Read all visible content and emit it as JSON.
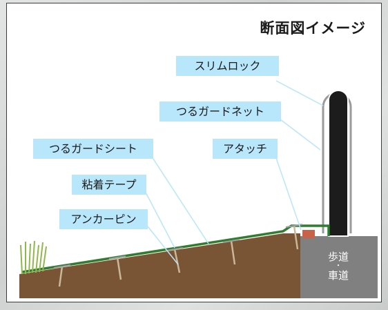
{
  "title": "断面図イメージ",
  "labels": {
    "slim_lock": "スリムロック",
    "vine_guard_net": "つるガードネット",
    "vine_guard_sheet": "つるガードシート",
    "attach": "アタッチ",
    "adhesive_tape": "粘着テープ",
    "anchor_pin": "アンカーピン"
  },
  "road": {
    "line1": "歩道",
    "dot": "・",
    "line2": "車道"
  },
  "colors": {
    "label_bg": "#b8e6fa",
    "soil": "#7a5535",
    "sheet": "#2f7d2f",
    "post": "#1c1c1c",
    "road": "#808080",
    "pin": "#c9b89a",
    "grass": "#8fb84a"
  }
}
